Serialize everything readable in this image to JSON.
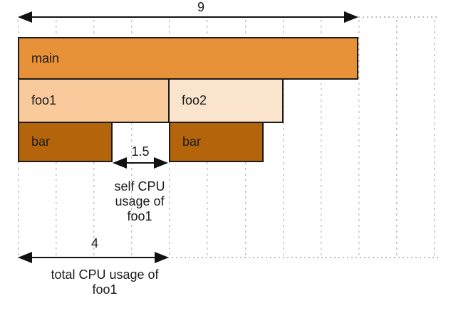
{
  "figure": {
    "type": "flame-graph-annotated",
    "top_scale": {
      "value": "9",
      "units": 9
    },
    "frames": [
      {
        "label": "main",
        "depth": 0,
        "start": 0,
        "units": 9,
        "color": "#E79138"
      },
      {
        "label": "foo1",
        "depth": 1,
        "start": 0,
        "units": 4,
        "color": "#F8CA9C"
      },
      {
        "label": "foo2",
        "depth": 1,
        "start": 4,
        "units": 3,
        "color": "#FAE4CD"
      },
      {
        "label": "bar",
        "depth": 2,
        "start": 0,
        "units": 2.5,
        "color": "#B4650B"
      },
      {
        "label": "bar",
        "depth": 2,
        "start": 4,
        "units": 2.5,
        "color": "#B4650B"
      }
    ],
    "annotations": {
      "self": {
        "value": "1.5",
        "caption": "self CPU usage of foo1"
      },
      "total": {
        "value": "4",
        "caption": "total CPU usage of foo1"
      }
    },
    "colors": {
      "frame_main": "#E79138",
      "frame_foo1": "#F8CA9C",
      "frame_foo2": "#FAE4CD",
      "frame_bar": "#B4650B",
      "border": "#1A1A1A",
      "grid": "#C4C4C4",
      "arrow": "#111111"
    }
  }
}
